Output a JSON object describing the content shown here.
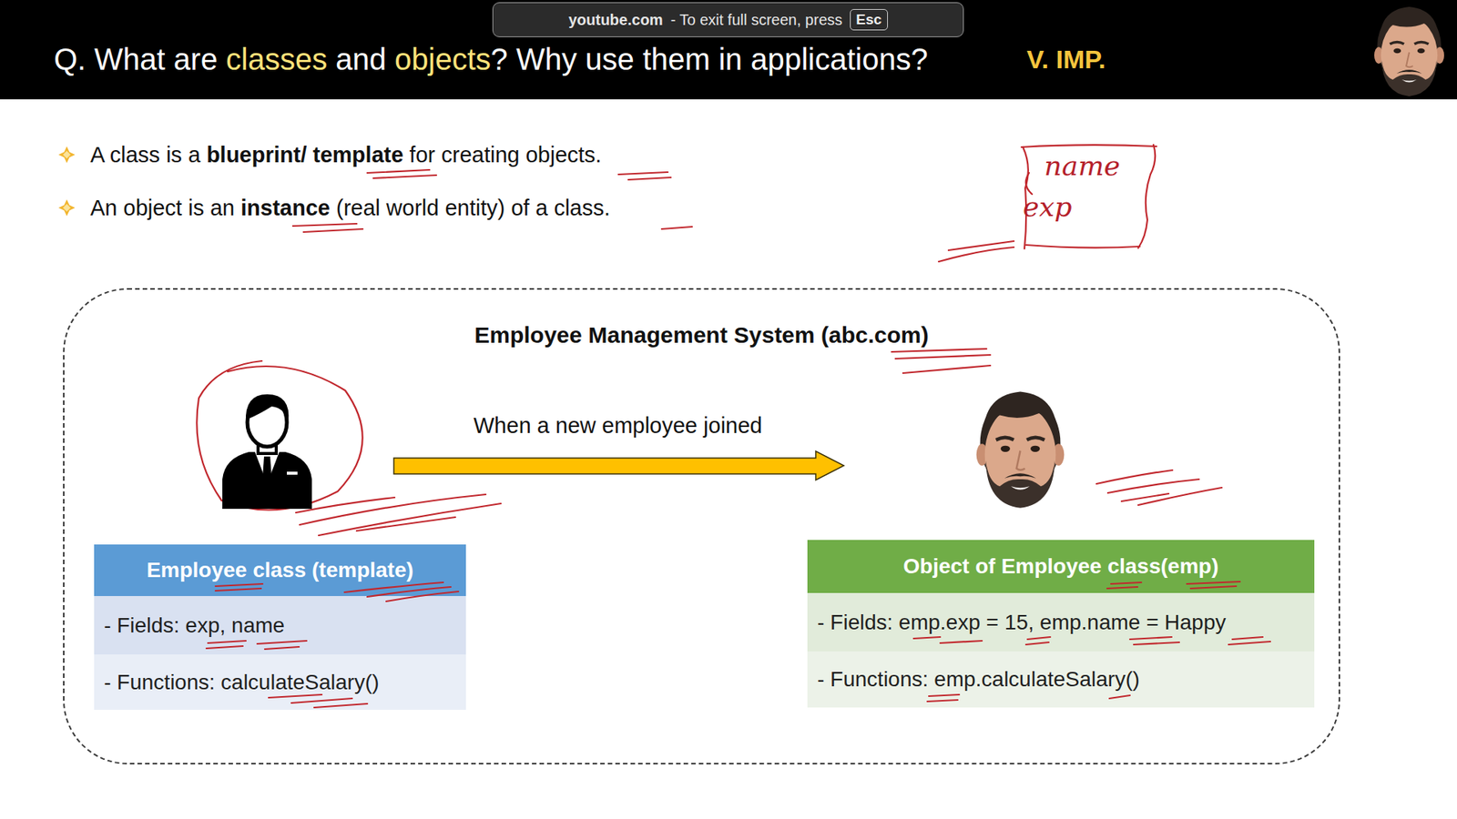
{
  "diagram": {
    "title": "Q. What are classes and objects? Why use them in applications?",
    "nodes": [
      {
        "text": [
          "youtube.com",
          "- To exit full screen, press"
        ]
      },
      {
        "text": [
          "Esc"
        ],
        "in": 0
      },
      {
        "text": [
          "name",
          "exp"
        ]
      },
      {
        "text": [
          "Employee Management System (abc.com)"
        ]
      },
      {
        "text": [
          "Employee class (template)",
          "- Fields: exp, name",
          "- Functions: calculateSalary()"
        ],
        "in": 3
      },
      {
        "text": [
          "Object of Employee class(emp)",
          "- Fields: emp.exp = 15, emp.name = Happy",
          "- Functions: emp.calculateSalary()"
        ],
        "in": 3
      }
    ],
    "labels": [
      "V. IMP.",
      "A class is a blueprint/ template for creating objects.",
      "An object is an instance (real world entity) of a class.",
      "When a new employee joined"
    ]
  }
}
